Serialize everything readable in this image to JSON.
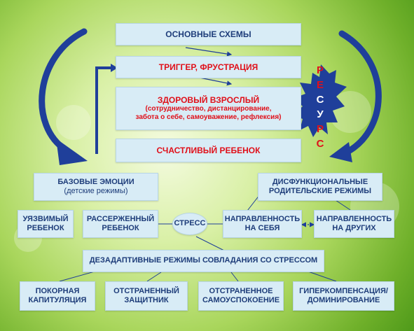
{
  "top": {
    "schemes": "ОСНОВНЫЕ СХЕМЫ",
    "trigger": "ТРИГГЕР, ФРУСТРАЦИЯ",
    "healthy_adult_title": "ЗДОРОВЫЙ ВЗРОСЛЫЙ",
    "healthy_adult_line1": "(сотрудничество, дистанцирование,",
    "healthy_adult_line2": "забота о себе, самоуважение, рефлексия)",
    "happy_child": "СЧАСТЛИВЫЙ РЕБЕНОК"
  },
  "resource": {
    "letters": [
      "Р",
      "Е",
      "С",
      "У",
      "Р",
      "С"
    ]
  },
  "emotions": {
    "line1": "БАЗОВЫЕ ЭМОЦИИ",
    "line2": "(детские режимы)"
  },
  "parental": {
    "line1": "ДИСФУНКЦИОНАЛЬНЫЕ",
    "line2": "РОДИТЕЛЬСКИЕ РЕЖИМЫ"
  },
  "middle": {
    "vulnerable_l1": "УЯЗВИМЫЙ",
    "vulnerable_l2": "РЕБЕНОК",
    "angry_l1": "РАССЕРЖЕННЫЙ",
    "angry_l2": "РЕБЕНОК",
    "stress": "СТРЕСС",
    "self_l1": "НАПРАВЛЕННОСТЬ",
    "self_l2": "НА СЕБЯ",
    "others_l1": "НАПРАВЛЕННОСТЬ",
    "others_l2": "НА ДРУГИХ"
  },
  "coping": {
    "title": "ДЕЗАДАПТИВНЫЕ РЕЖИМЫ СОВЛАДАНИЯ СО СТРЕССОМ"
  },
  "bottom": {
    "surrender_l1": "ПОКОРНАЯ",
    "surrender_l2": "КАПИТУЛЯЦИЯ",
    "detached_protector_l1": "ОТСТРАНЕННЫЙ",
    "detached_protector_l2": "ЗАЩИТНИК",
    "self_soother_l1": "ОТСТРАНЕННОЕ",
    "self_soother_l2": "САМОУСПОКОЕНИЕ",
    "overcomp_l1": "ГИПЕРКОМПЕНСАЦИЯ/",
    "overcomp_l2": "ДОМИНИРОВАНИЕ"
  },
  "colors": {
    "box_fill": "#d8ecf6",
    "text_blue": "#1e3d7a",
    "text_red": "#e0101a",
    "arrow_blue": "#1f3f9a"
  }
}
